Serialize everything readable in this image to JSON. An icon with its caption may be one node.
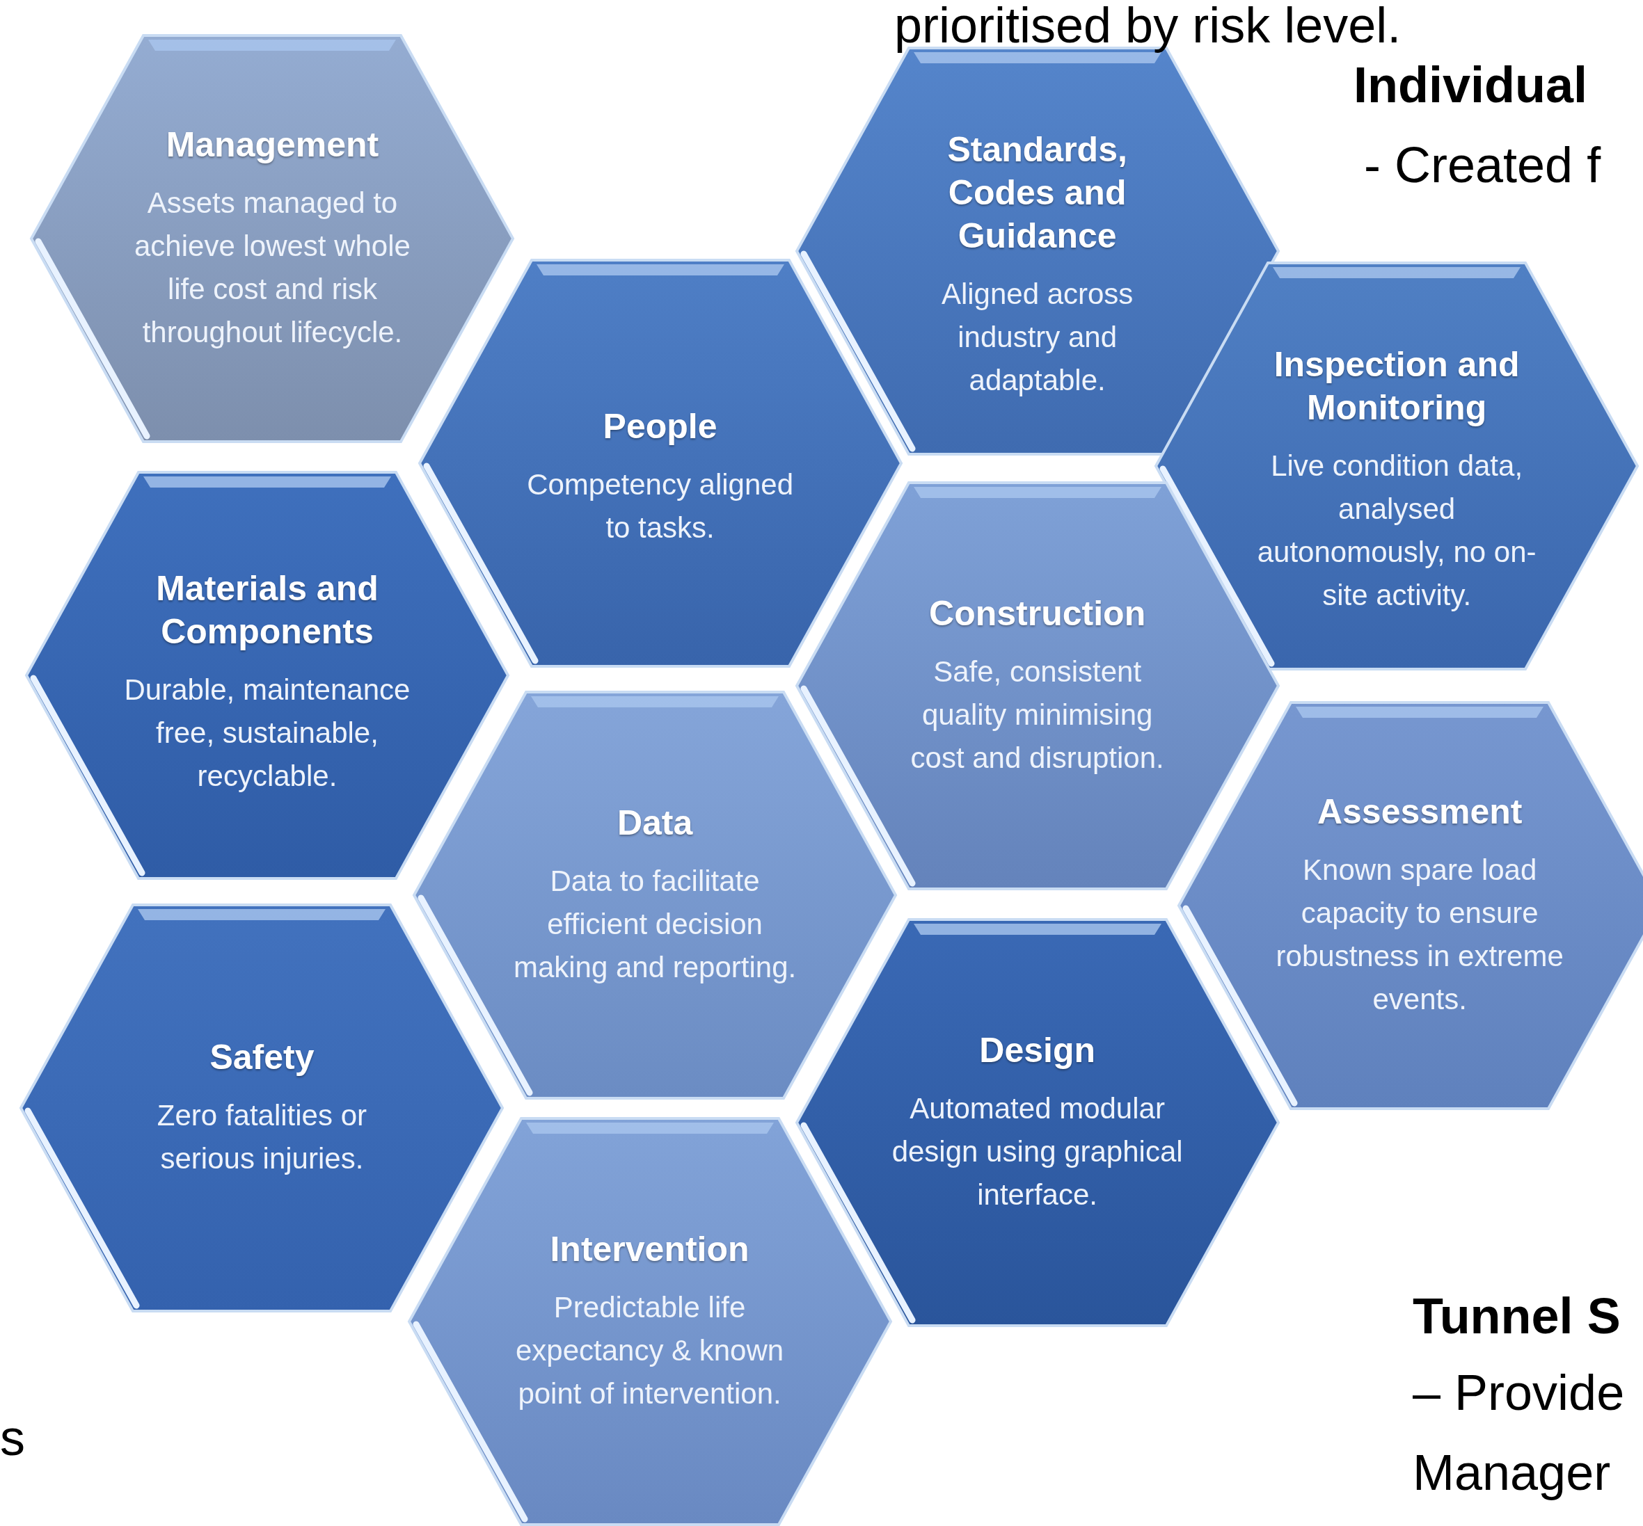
{
  "diagram": {
    "nodes": [
      {
        "text": [
          "Management",
          "Assets managed to achieve lowest whole life cost and risk throughout lifecycle."
        ]
      },
      {
        "text": [
          "Standards, Codes and Guidance",
          "Aligned across industry and adaptable."
        ]
      },
      {
        "text": [
          "People",
          "Competency aligned to tasks."
        ]
      },
      {
        "text": [
          "Inspection and Monitoring",
          "Live condition data, analysed autonomously, no on-site activity."
        ]
      },
      {
        "text": [
          "Materials and Components",
          "Durable, maintenance free, sustainable, recyclable."
        ]
      },
      {
        "text": [
          "Construction",
          "Safe, consistent quality minimising cost and disruption."
        ]
      },
      {
        "text": [
          "Data",
          "Data to facilitate efficient decision making and reporting."
        ]
      },
      {
        "text": [
          "Assessment",
          "Known spare load capacity to ensure robustness in extreme events."
        ]
      },
      {
        "text": [
          "Safety",
          "Zero fatalities or serious injuries."
        ]
      },
      {
        "text": [
          "Design",
          "Automated modular design using graphical interface."
        ]
      },
      {
        "text": [
          "Intervention",
          "Predictable life expectancy & known point of intervention."
        ]
      }
    ],
    "edges": [],
    "labels": [
      "prioritised by risk level.",
      "Individual",
      "- Created f",
      "Tunnel S",
      "– Provide",
      "Manager",
      "s"
    ]
  }
}
